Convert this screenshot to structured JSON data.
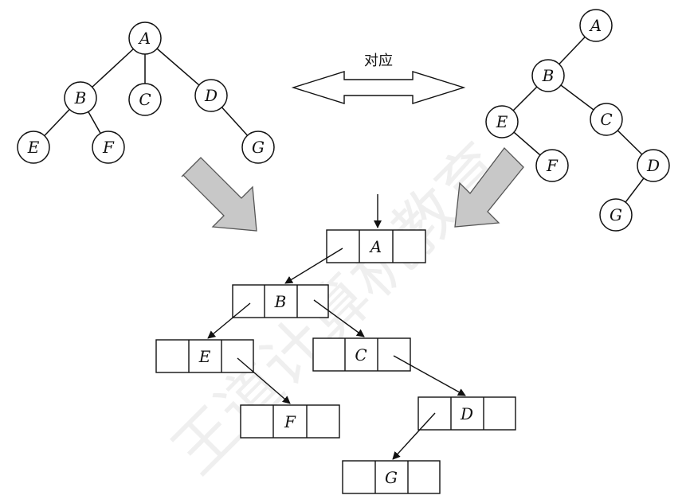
{
  "caption": "对应",
  "watermark": "王道计算机教育",
  "left_tree": {
    "nodes": [
      "A",
      "B",
      "C",
      "D",
      "E",
      "F",
      "G"
    ]
  },
  "right_tree": {
    "nodes": [
      "A",
      "B",
      "E",
      "C",
      "F",
      "D",
      "G"
    ]
  },
  "linked_nodes": [
    "A",
    "B",
    "E",
    "C",
    "F",
    "D",
    "G"
  ],
  "colors": {
    "stroke": "#111111",
    "arrow_fill": "#c8c8c8",
    "arrow_stroke": "#555555"
  }
}
